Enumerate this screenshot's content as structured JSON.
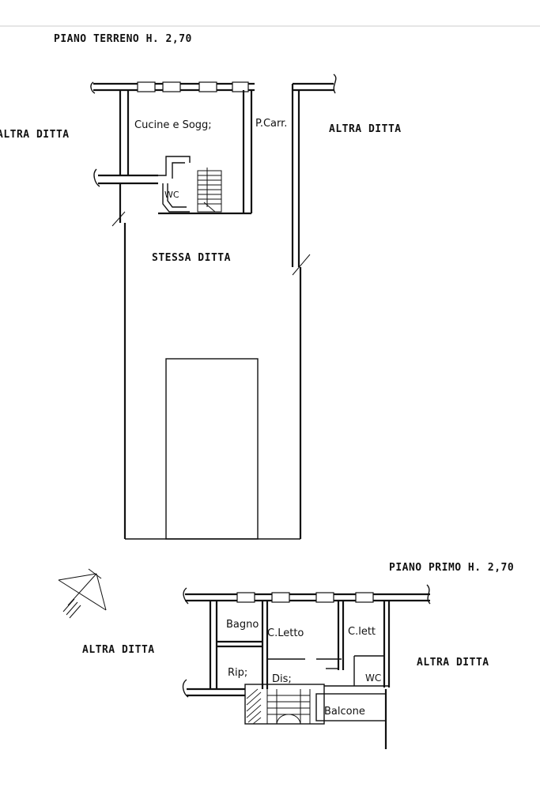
{
  "ground_floor": {
    "title": "PIANO TERRENO H. 2,70",
    "neighbor_left": "ALTRA DITTA",
    "neighbor_right": "ALTRA DITTA",
    "same_owner": "STESSA DITTA",
    "rooms": {
      "kitchen": "Cucine e Sogg;",
      "driveway": "P.Carr.",
      "wc": "WC"
    }
  },
  "first_floor": {
    "title": "PIANO PRIMO H. 2,70",
    "neighbor_left": "ALTRA DITTA",
    "neighbor_right": "ALTRA DITTA",
    "rooms": {
      "bathroom": "Bagno",
      "bedroom_1": "C.Letto",
      "bedroom_2": "C.lett",
      "storage": "Rip;",
      "hallway": "Dis;",
      "wc": "WC",
      "balcony": "Balcone"
    }
  },
  "north_arrow": "north-arrow-icon"
}
